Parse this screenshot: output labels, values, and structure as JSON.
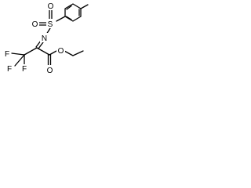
{
  "molecule": {
    "atoms": {
      "s": "S",
      "o1": "O",
      "o2": "O",
      "n": "N",
      "f1": "F",
      "f2": "F",
      "f3": "F",
      "o3": "O",
      "o4": "O"
    }
  },
  "colors": {
    "bond": "#000000",
    "text": "#000000",
    "background": "#ffffff"
  }
}
